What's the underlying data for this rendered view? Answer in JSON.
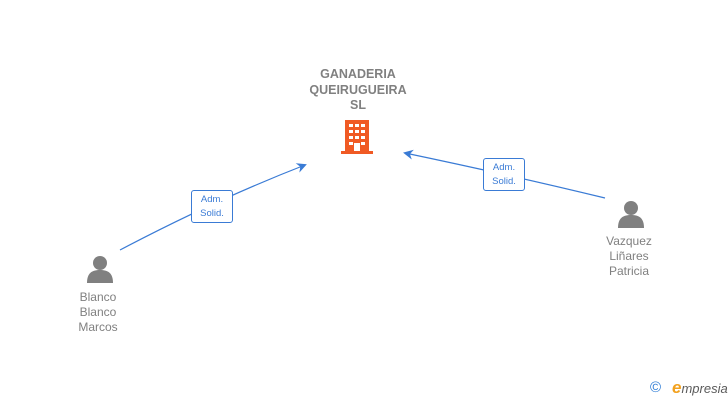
{
  "company": {
    "name_lines": [
      "GANADERIA",
      "QUEIRUGUEIRA",
      "SL"
    ],
    "icon": "building-icon",
    "icon_color": "#f05a24"
  },
  "persons": [
    {
      "id": "blanco",
      "name_lines": [
        "Blanco",
        "Blanco",
        "Marcos"
      ],
      "icon": "person-icon"
    },
    {
      "id": "vazquez",
      "name_lines": [
        "Vazquez",
        "Liñares",
        "Patricia"
      ],
      "icon": "person-icon"
    }
  ],
  "relations": [
    {
      "from": "blanco",
      "to": "company",
      "label_lines": [
        "Adm.",
        "Solid."
      ]
    },
    {
      "from": "vazquez",
      "to": "company",
      "label_lines": [
        "Adm.",
        "Solid."
      ]
    }
  ],
  "colors": {
    "edge": "#3a7bd5",
    "node_text": "#808080",
    "person_icon": "#808080"
  },
  "footer": {
    "copyright_symbol": "©",
    "brand_initial": "e",
    "brand_rest": "mpresia",
    "brand_initial_color": "#f2a11e",
    "copyright_color": "#2a7ad5"
  }
}
